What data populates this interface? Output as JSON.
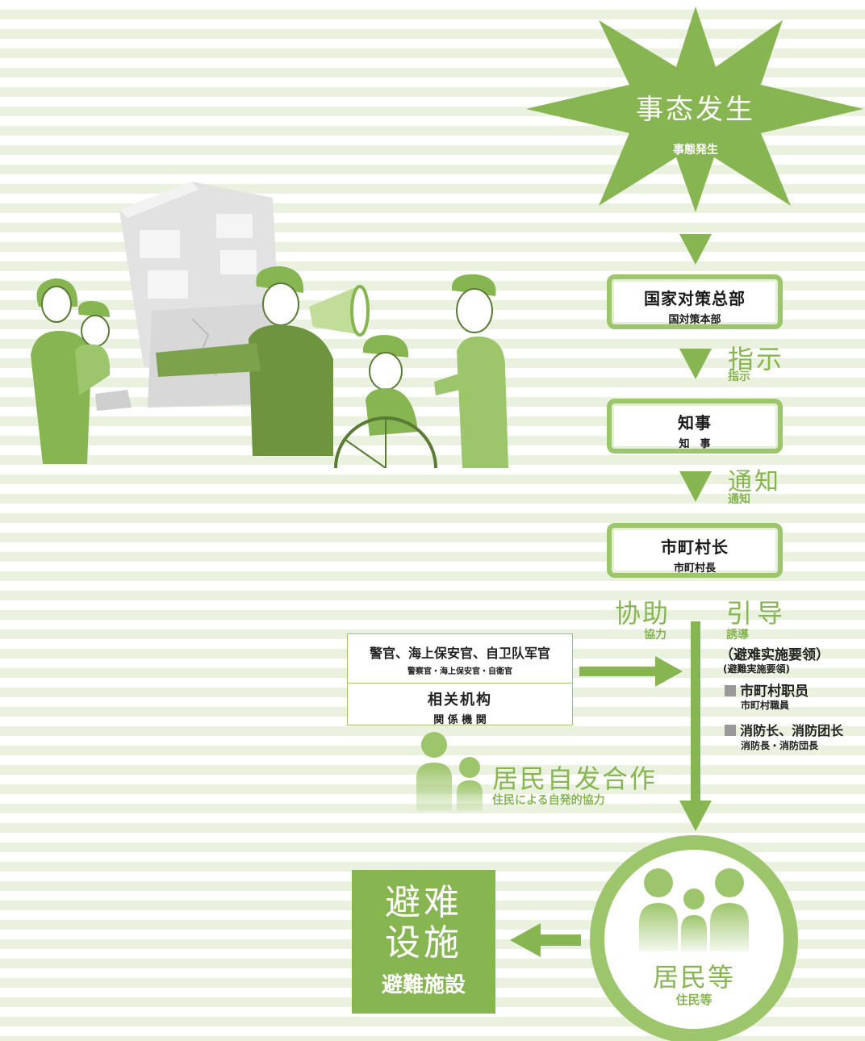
{
  "event": {
    "title": "事态发生",
    "subtitle": "事態発生"
  },
  "hq": {
    "title": "国家对策总部",
    "subtitle": "国対策本部"
  },
  "instruct": {
    "label": "指示",
    "sub": "指示"
  },
  "governor": {
    "title": "知事",
    "subtitle": "知　事"
  },
  "notify": {
    "label": "通知",
    "sub": "通知"
  },
  "mayor": {
    "title": "市町村长",
    "subtitle": "市町村長"
  },
  "assist": {
    "label": "协助",
    "sub": "協力"
  },
  "guide": {
    "label": "引导",
    "sub": "誘導",
    "plan": "（避难实施要领）",
    "plan_sub": "(避難実施要領)",
    "items": [
      {
        "title": "市町村职员",
        "sub": "市町村職員"
      },
      {
        "title": "消防长、消防团长",
        "sub": "消防長・消防団長"
      }
    ]
  },
  "agencies": {
    "officers": "警官、海上保安官、自卫队军官",
    "officers_sub": "警察官・海上保安官・自衛官",
    "related": "相关机构",
    "related_sub": "関 係 機 関"
  },
  "volunteer": {
    "title": "居民自发合作",
    "subtitle": "住民による自発的協力"
  },
  "residents": {
    "title": "居民等",
    "subtitle": "住民等"
  },
  "shelter": {
    "line1": "避难",
    "line2": "设施",
    "subtitle": "避難施設"
  },
  "colors": {
    "main_green": "#86b551",
    "light_green": "#c2dc9a",
    "box_border": "#9dc56b"
  }
}
